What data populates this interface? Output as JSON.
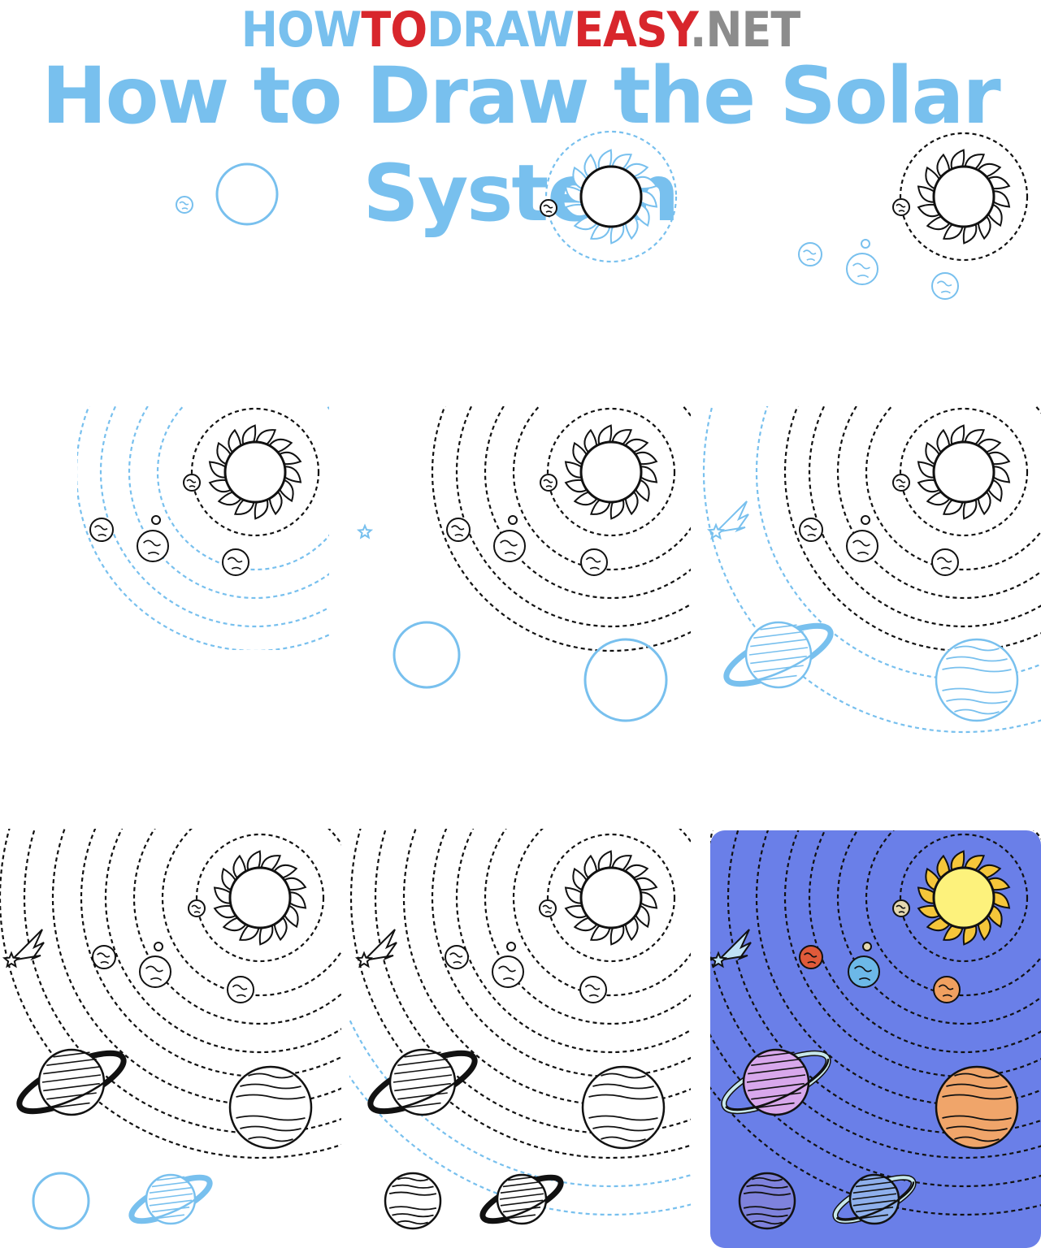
{
  "logo": {
    "how": "HOW",
    "to": "TO",
    "draw": "DRAW",
    "easy": "EASY",
    "net": ".NET"
  },
  "title": "How to Draw the Solar System",
  "colors": {
    "sketch_blue": "#78c0ee",
    "title_blue": "#78c0ee",
    "logo_red": "#d8262c",
    "logo_gray": "#8c8c8c",
    "ink": "#111111",
    "space_background": "#6a7fe8",
    "sun": "#fdf27c",
    "sun_flares": "#f5c63a",
    "mercury": "#e4d8b0",
    "venus": "#e05a3a",
    "earth_ocean": "#6cb8e8",
    "earth_land": "#78c84a",
    "mars": "#f0a060",
    "jupiter": "#f0a56a",
    "saturn": "#d8a8ec",
    "saturn_ring": "#c8e8ec",
    "uranus": "#8fb0ec",
    "neptune": "#7e82dc",
    "comet": "#bfe0f5"
  },
  "icons": [
    "sun-icon",
    "planet-icon",
    "ringed-planet-icon",
    "comet-icon",
    "star-icon"
  ]
}
